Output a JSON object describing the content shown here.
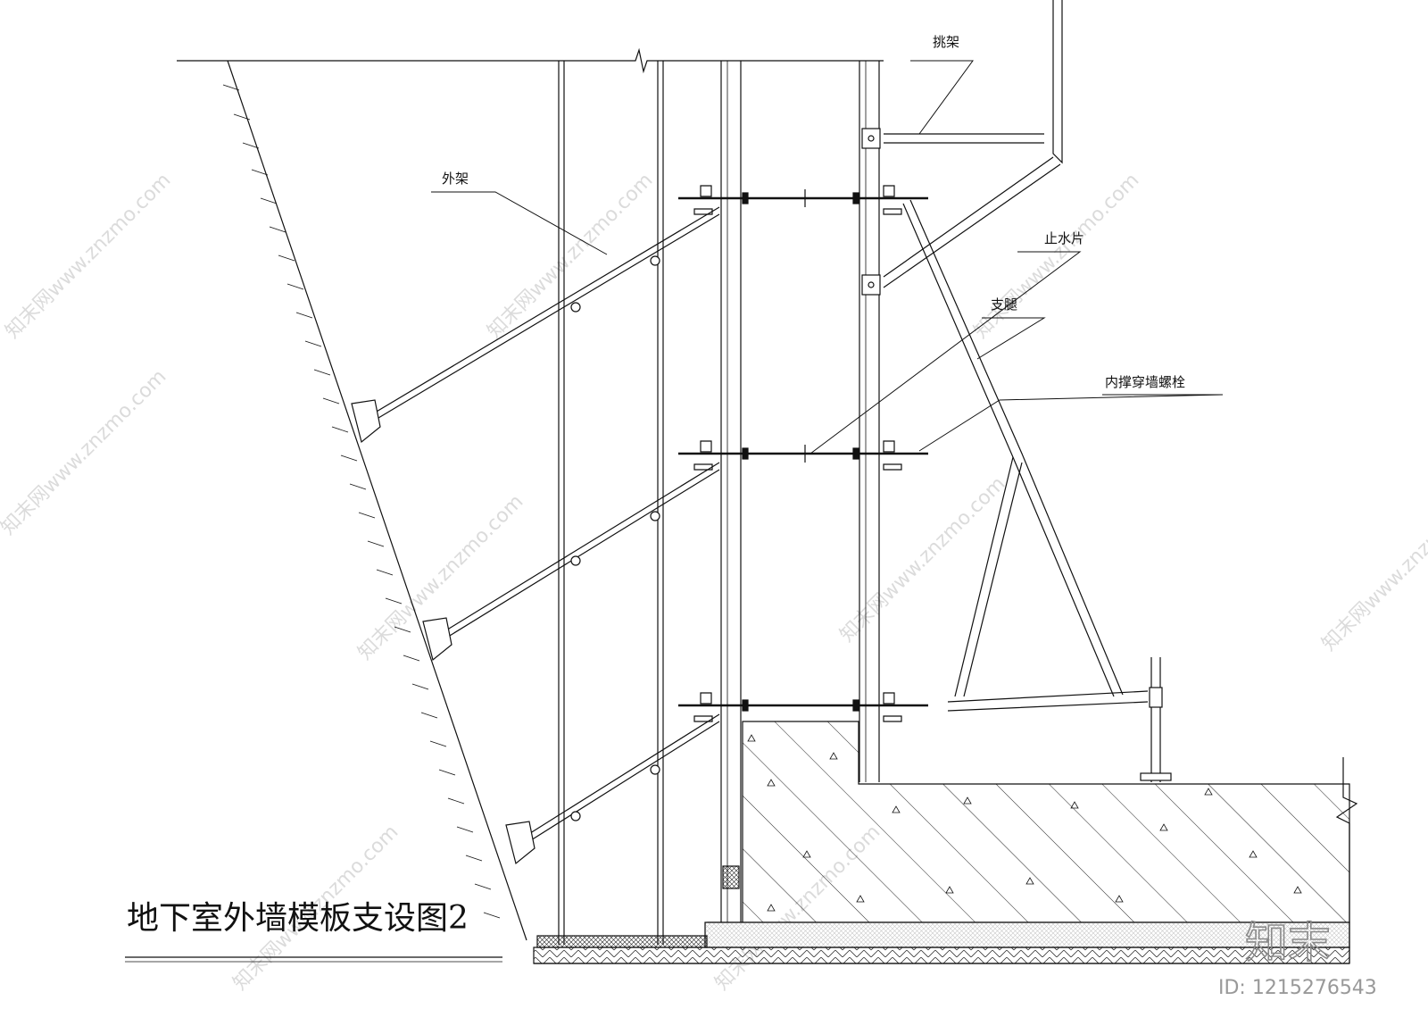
{
  "title": "地下室外墙模板支设图2",
  "labels": {
    "outer_frame": "外架",
    "cantilever_frame": "挑架",
    "waterstop": "止水片",
    "support_leg": "支腿",
    "through_bolt": "内撑穿墙螺栓"
  },
  "watermark": {
    "text": "知末网www.znzmo.com",
    "logo": "知末",
    "id": "ID: 1215276543"
  }
}
